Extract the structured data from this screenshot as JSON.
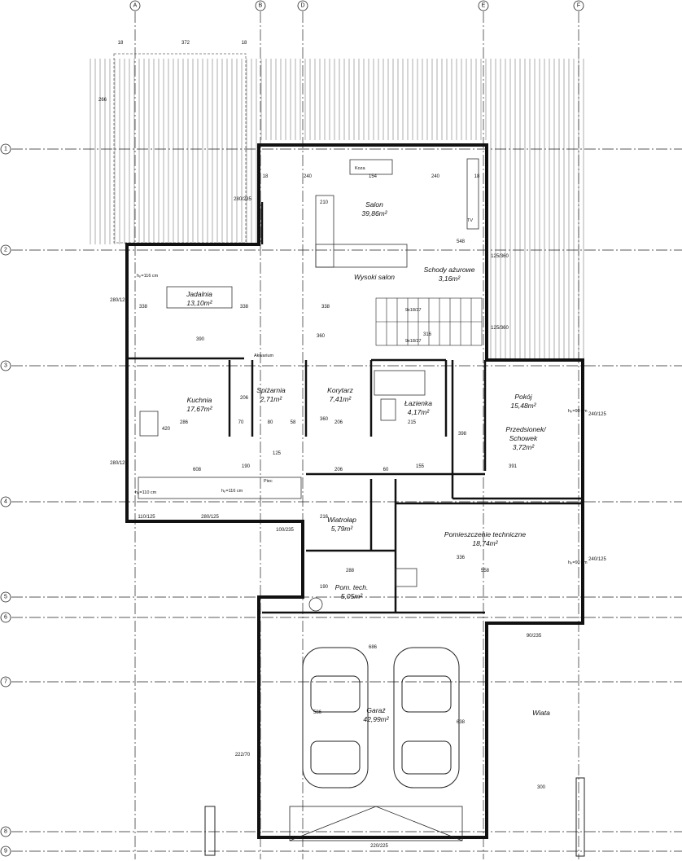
{
  "axes": {
    "columns": [
      "A",
      "B",
      "D",
      "E",
      "F"
    ],
    "rows": [
      "1",
      "2",
      "3",
      "4",
      "5",
      "6",
      "7",
      "8",
      "9"
    ]
  },
  "rooms": {
    "salon": {
      "name": "Salon",
      "area": "39,86m²"
    },
    "wysoki_salon": {
      "name": "Wysoki salon"
    },
    "schody": {
      "name": "Schody ażurowe",
      "area": "3,16m²"
    },
    "jadalnia": {
      "name": "Jadalnia",
      "area": "13,10m²"
    },
    "kuchnia": {
      "name": "Kuchnia",
      "area": "17,67m²"
    },
    "spizarnia": {
      "name": "Spiżarnia",
      "area": "2,71m²"
    },
    "korytarz": {
      "name": "Korytarz",
      "area": "7,41m²"
    },
    "lazienka": {
      "name": "Łazienka",
      "area": "4,17m²"
    },
    "pokoj": {
      "name": "Pokój",
      "area": "15,48m²"
    },
    "przedsionek": {
      "name1": "Przedsionek/",
      "name2": "Schowek",
      "area": "3,72m²"
    },
    "wiatrolap": {
      "name": "Wiatrołap",
      "area": "5,79m²"
    },
    "pomieszczenie_techniczne": {
      "name": "Pomieszczenie techniczne",
      "area": "18,74m²"
    },
    "pom_tech": {
      "name": "Pom. tech.",
      "area": "5,05m²"
    },
    "garaz": {
      "name": "Garaż",
      "area": "42,99m²"
    },
    "wiata": {
      "name": "Wiata"
    }
  },
  "annotations": {
    "koza": "Koza",
    "tv": "TV",
    "akwarium": "Akwarium",
    "stairs_upper": "9x18/27",
    "stairs_lower": "9x18/27",
    "piec": "Piec",
    "hp_jadalnia": "hₚ=116 cm",
    "hp_kuchnia": "hₚ=110 cm",
    "hp_kuchnia2": "hₚ=116 cm",
    "hp_pokoj": "hₚ=90 cm",
    "hp_tech": "hₚ=90 cm"
  },
  "dimensions": [
    {
      "id": "d372",
      "text": "372"
    },
    {
      "id": "d18a",
      "text": "18"
    },
    {
      "id": "d18b",
      "text": "18"
    },
    {
      "id": "d266",
      "text": "266"
    },
    {
      "id": "d240a",
      "text": "240"
    },
    {
      "id": "d154",
      "text": "154"
    },
    {
      "id": "d240b",
      "text": "240"
    },
    {
      "id": "d18c",
      "text": "18"
    },
    {
      "id": "d18d",
      "text": "18"
    },
    {
      "id": "d210",
      "text": "210"
    },
    {
      "id": "d548",
      "text": "548"
    },
    {
      "id": "d390",
      "text": "390"
    },
    {
      "id": "d360",
      "text": "360"
    },
    {
      "id": "d316",
      "text": "316"
    },
    {
      "id": "d338a",
      "text": "338"
    },
    {
      "id": "d338b",
      "text": "338"
    },
    {
      "id": "d338c",
      "text": "338"
    },
    {
      "id": "d286",
      "text": "286"
    },
    {
      "id": "d420",
      "text": "420"
    },
    {
      "id": "d206a",
      "text": "206"
    },
    {
      "id": "d70",
      "text": "70"
    },
    {
      "id": "d80",
      "text": "80"
    },
    {
      "id": "d58",
      "text": "58"
    },
    {
      "id": "d360b",
      "text": "360"
    },
    {
      "id": "d206b",
      "text": "206"
    },
    {
      "id": "d215",
      "text": "215"
    },
    {
      "id": "d125a",
      "text": "125"
    },
    {
      "id": "d608",
      "text": "608"
    },
    {
      "id": "d190",
      "text": "190"
    },
    {
      "id": "d206c",
      "text": "206"
    },
    {
      "id": "d60",
      "text": "60"
    },
    {
      "id": "d155",
      "text": "155"
    },
    {
      "id": "d391",
      "text": "391"
    },
    {
      "id": "d398",
      "text": "398"
    },
    {
      "id": "d216",
      "text": "216"
    },
    {
      "id": "d288",
      "text": "288"
    },
    {
      "id": "d558",
      "text": "558"
    },
    {
      "id": "d336",
      "text": "336"
    },
    {
      "id": "d190b",
      "text": "190"
    },
    {
      "id": "d686",
      "text": "686"
    },
    {
      "id": "d586",
      "text": "586"
    },
    {
      "id": "d638",
      "text": "638"
    },
    {
      "id": "d300",
      "text": "300"
    },
    {
      "id": "w1",
      "text": "280/235"
    },
    {
      "id": "w2",
      "text": "280/125"
    },
    {
      "id": "w3",
      "text": "100/235"
    },
    {
      "id": "w4",
      "text": "240/125"
    },
    {
      "id": "w5",
      "text": "240/125"
    },
    {
      "id": "w6",
      "text": "222/70"
    },
    {
      "id": "w7",
      "text": "125/360"
    },
    {
      "id": "w8",
      "text": "125/360"
    },
    {
      "id": "w9",
      "text": "280/125"
    },
    {
      "id": "w10",
      "text": "110/125"
    },
    {
      "id": "w11",
      "text": "280/125"
    },
    {
      "id": "w12",
      "text": "220/225"
    },
    {
      "id": "w13",
      "text": "90/235"
    }
  ]
}
